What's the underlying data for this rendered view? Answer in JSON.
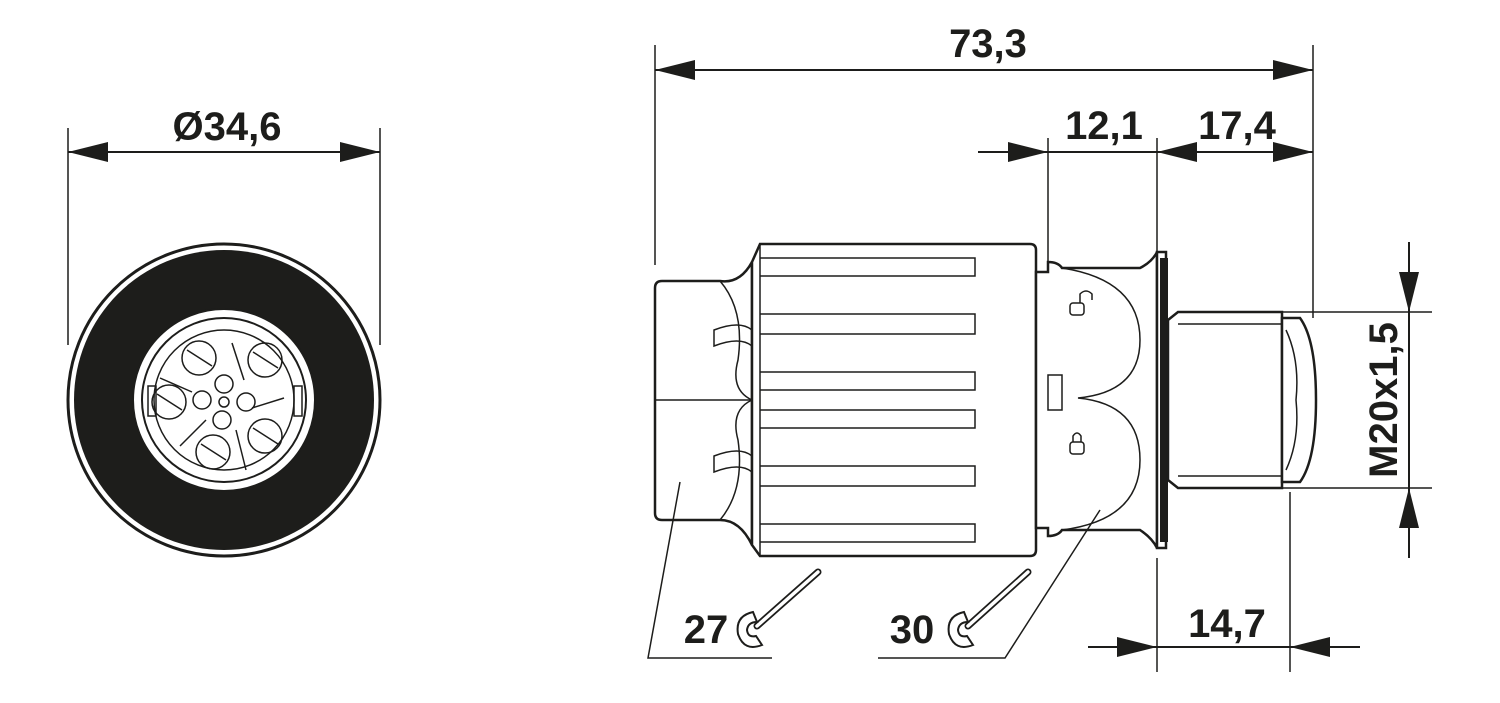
{
  "dimensions": {
    "front_diameter": "Ø34,6",
    "overall_length": "73,3",
    "middle_length": "12,1",
    "thread_side_length": "17,4",
    "thread_length": "14,7",
    "thread_spec": "M20x1,5"
  },
  "wrenches": {
    "left_size": "27",
    "right_size": "30"
  },
  "colors": {
    "line": "#1d1d1b",
    "background": "#ffffff"
  }
}
